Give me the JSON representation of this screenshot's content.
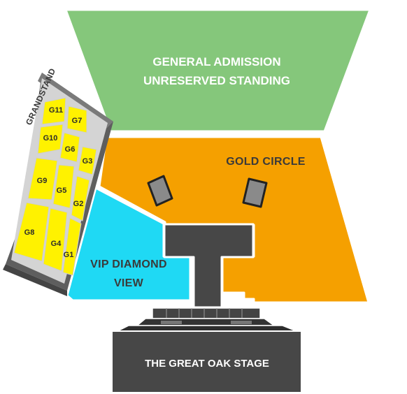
{
  "zones": {
    "general_admission": {
      "line1": "GENERAL ADMISSION",
      "line2": "UNRESERVED STANDING",
      "color": "#85c77b"
    },
    "gold_circle": {
      "label": "GOLD CIRCLE",
      "color": "#f5a000"
    },
    "vip_diamond": {
      "line1": "VIP DIAMOND",
      "line2": "VIEW",
      "color": "#1fd9f4"
    },
    "stage": {
      "label": "THE GREAT OAK STAGE",
      "color": "#474747"
    },
    "grandstand": {
      "label": "GRANDSTAND",
      "seat_color": "#fff200",
      "frame_color": "#5a5a5a",
      "sections": [
        "G11",
        "G7",
        "G10",
        "G6",
        "G3",
        "G9",
        "G5",
        "G2",
        "G8",
        "G4",
        "G1"
      ]
    }
  }
}
